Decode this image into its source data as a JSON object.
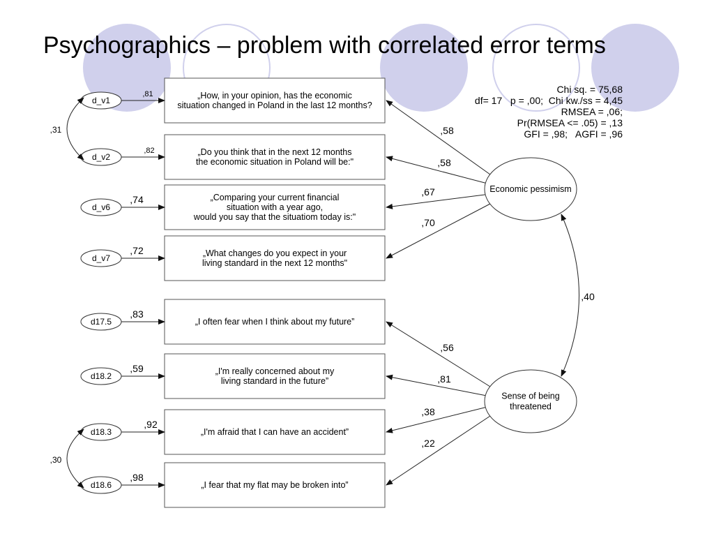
{
  "slide": {
    "title": "Psychographics – problem with correlated error terms"
  },
  "fit_stats": [
    "Chi sq. = 75,68",
    "df= 17   p = ,00;  Chi kw./ss = 4,45",
    "RMSEA = ,06;",
    "Pr(RMSEA <= .05) = ,13",
    "GFI = ,98;   AGFI = ,96"
  ],
  "latents": {
    "economic_pessimism": {
      "label_lines": [
        "Economic pessimism"
      ]
    },
    "sense_threatened": {
      "label_lines": [
        "Sense of being",
        "threatened"
      ]
    }
  },
  "indicators": [
    {
      "error": "d_v1",
      "error_loading": ",81",
      "lines": [
        "„How, in your opinion, has the economic",
        "situation changed in Poland in the last 12 months?"
      ],
      "latent": "economic_pessimism",
      "loading": ",58"
    },
    {
      "error": "d_v2",
      "error_loading": ",82",
      "lines": [
        "„Do you think that in the next 12 months",
        "the economic situation in Poland will be:\""
      ],
      "latent": "economic_pessimism",
      "loading": ",58"
    },
    {
      "error": "d_v6",
      "error_loading": ",74",
      "lines": [
        "„Comparing your current financial",
        "situation with a year ago,",
        "would you say that the situatiom today is:\""
      ],
      "latent": "economic_pessimism",
      "loading": ",67"
    },
    {
      "error": "d_v7",
      "error_loading": ",72",
      "lines": [
        "„What changes do you expect in your",
        "living standard in the next 12 months\""
      ],
      "latent": "economic_pessimism",
      "loading": ",70"
    },
    {
      "error": "d17.5",
      "error_loading": ",83",
      "lines": [
        "„I often fear when I think about my future”"
      ],
      "latent": "sense_threatened",
      "loading": ",56"
    },
    {
      "error": "d18.2",
      "error_loading": ",59",
      "lines": [
        "„I'm really concerned about my",
        "living standard in the future”"
      ],
      "latent": "sense_threatened",
      "loading": ",81"
    },
    {
      "error": "d18.3",
      "error_loading": ",92",
      "lines": [
        "„I'm afraid that I can have an accident”"
      ],
      "latent": "sense_threatened",
      "loading": ",38"
    },
    {
      "error": "d18.6",
      "error_loading": ",98",
      "lines": [
        "„I fear that my flat may be broken into”"
      ],
      "latent": "sense_threatened",
      "loading": ",22"
    }
  ],
  "correlations": {
    "latent": ",40",
    "errors_1_2": ",31",
    "errors_7_8": ",30"
  },
  "colors": {
    "decor": "#d0d0ec"
  }
}
